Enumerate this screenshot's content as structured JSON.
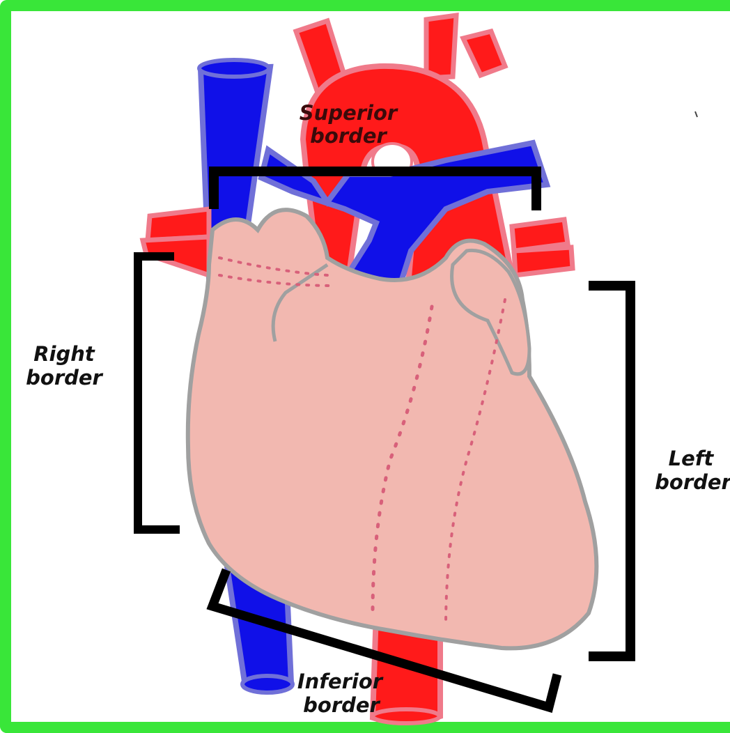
{
  "labels": {
    "superior": [
      "Superior",
      "border"
    ],
    "right": [
      "Right",
      "border"
    ],
    "left": [
      "Left",
      "border"
    ],
    "inferior": [
      "Inferior",
      "border"
    ]
  },
  "colors": {
    "frame": "#39e639",
    "artery": "#ff1a1a",
    "artery_outline": "#f07a8a",
    "vein": "#1010e8",
    "vein_outline": "#7070d8",
    "heart_fill": "#f2b8b0",
    "heart_outline": "#a0a0a0",
    "bracket": "#000000"
  }
}
